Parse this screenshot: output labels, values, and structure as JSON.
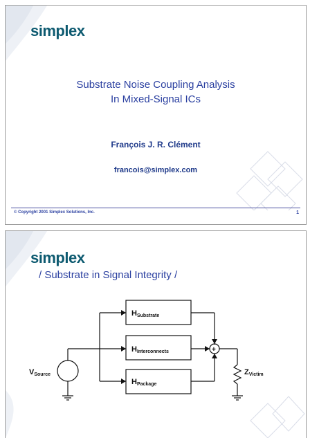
{
  "brand": {
    "logo_text": "simplex",
    "logo_color": "#0d5a70",
    "accent_color": "#2a3fa0"
  },
  "slide1": {
    "title_line1": "Substrate Noise Coupling Analysis",
    "title_line2": "In Mixed-Signal ICs",
    "author": "François J. R. Clément",
    "email": "francois@simplex.com",
    "copyright": "© Copyright 2001 Simplex Solutions, Inc.",
    "page_number": "1"
  },
  "slide2": {
    "title": "/ Substrate in Signal Integrity /",
    "diagram": {
      "source": {
        "main": "V",
        "sub": "Source"
      },
      "victim": {
        "main": "Z",
        "sub": "Victim"
      },
      "blocks": [
        {
          "main": "H",
          "sub": "Substrate"
        },
        {
          "main": "H",
          "sub": "Interconnects"
        },
        {
          "main": "H",
          "sub": "Package"
        }
      ],
      "summer_symbol": "+"
    }
  }
}
